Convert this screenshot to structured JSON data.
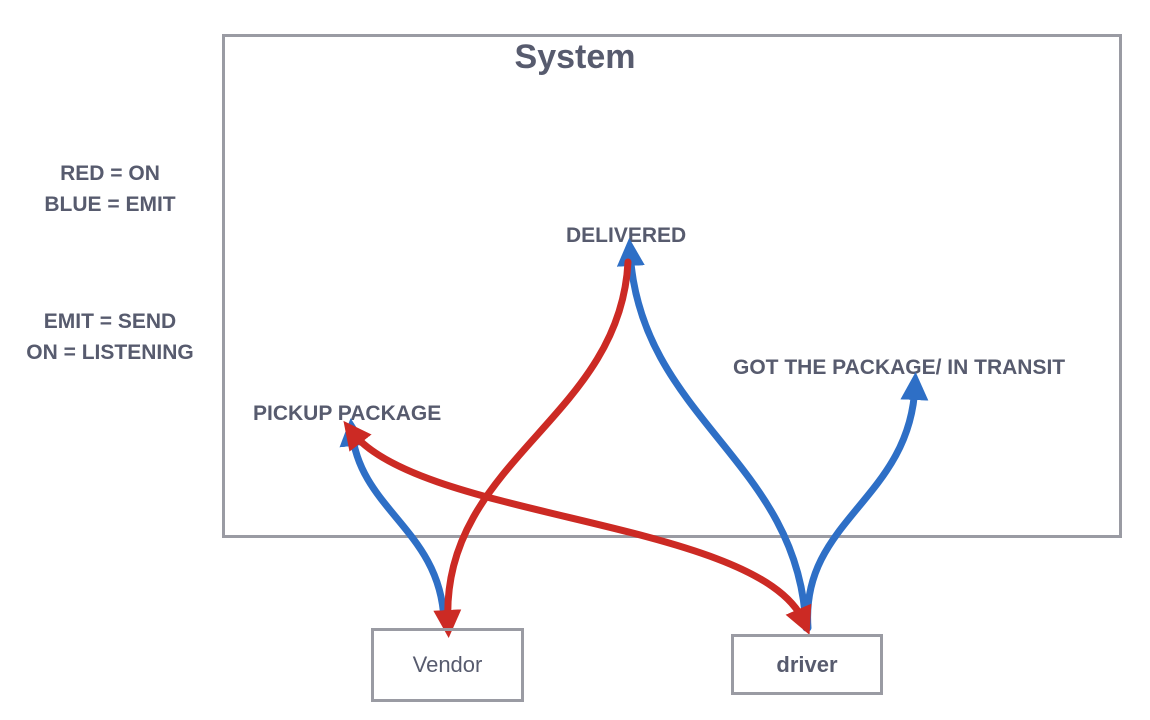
{
  "system": {
    "title": "System"
  },
  "legend": {
    "line1": "RED = ON",
    "line2": "BLUE = EMIT",
    "line3": "EMIT = SEND",
    "line4": "ON = LISTENING"
  },
  "events": {
    "delivered": "DELIVERED",
    "in_transit": "GOT THE PACKAGE/ IN TRANSIT",
    "pickup": "PICKUP PACKAGE"
  },
  "actors": {
    "vendor": "Vendor",
    "driver": "driver"
  },
  "colors": {
    "on": "#cc2a24",
    "emit": "#2e6fc6",
    "border": "#9a9ba3",
    "text": "#575b6e"
  }
}
